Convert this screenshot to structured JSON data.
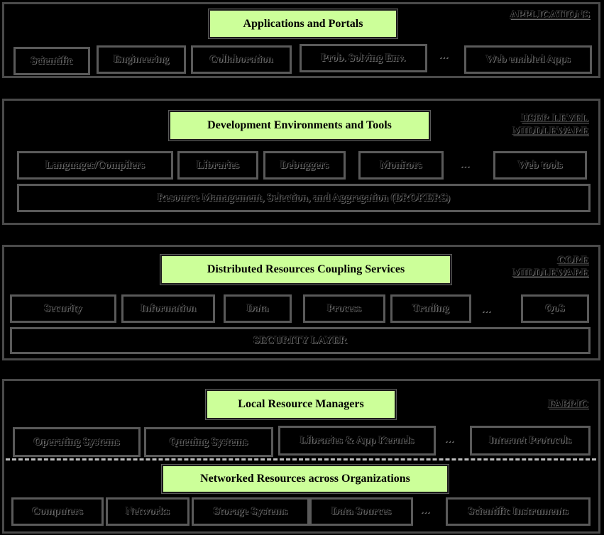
{
  "applications": {
    "header": "Applications and Portals",
    "corner_label": "APPLICATIONS",
    "boxes": [
      "Scientific",
      "Engineering",
      "Collaboration",
      "Prob. Solving Env.",
      "Web enabled Apps"
    ],
    "ellipsis": "..."
  },
  "user_middleware": {
    "header": "Development Environments and Tools",
    "corner_label_line1": "USER LEVEL",
    "corner_label_line2": "MIDDLEWARE",
    "boxes": [
      "Languages/Compilers",
      "Libraries",
      "Debuggers",
      "Monitors",
      "Web tools"
    ],
    "ellipsis": "...",
    "wide_box": "Resource Management, Selection, and Aggregation (BROKERS)"
  },
  "core_middleware": {
    "header": "Distributed Resources Coupling Services",
    "corner_label_line1": "CORE",
    "corner_label_line2": "MIDDLEWARE",
    "boxes": [
      "Security",
      "Information",
      "Data",
      "Process",
      "Trading",
      "QoS"
    ],
    "ellipsis": "...",
    "wide_box": "SECURITY LAYER"
  },
  "fabric": {
    "header": "Local Resource Managers",
    "corner_label": "FABRIC",
    "boxes": [
      "Operating Systems",
      "Queuing Systems",
      "Libraries & App Kernels",
      "Internet Protocols"
    ],
    "ellipsis": "...",
    "header2": "Networked Resources across Organizations",
    "boxes2": [
      "Computers",
      "Networks",
      "Storage Systems",
      "Data Sources",
      "Scientific Instruments"
    ],
    "ellipsis2": "..."
  }
}
